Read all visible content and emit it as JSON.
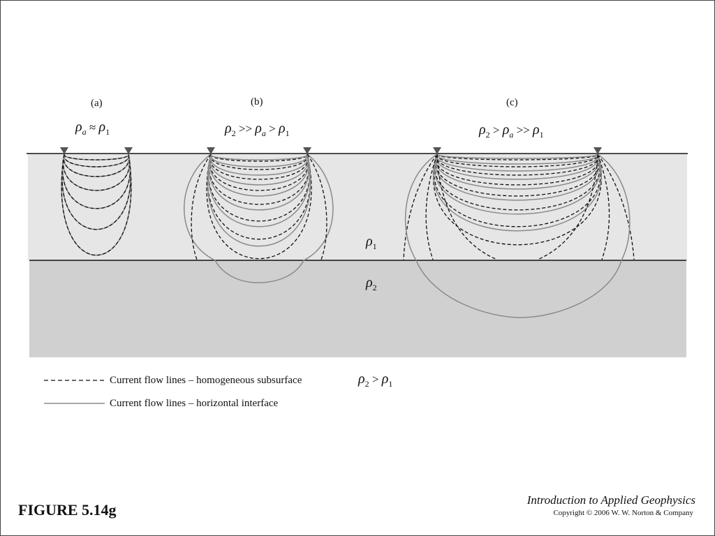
{
  "panels": [
    {
      "label": "(a)",
      "relation": [
        "ρ",
        "a",
        " ≈ ",
        "ρ",
        "1"
      ]
    },
    {
      "label": "(b)",
      "relation": [
        "ρ",
        "2",
        " >> ",
        "ρ",
        "a",
        " > ",
        "ρ",
        "1"
      ]
    },
    {
      "label": "(c)",
      "relation": [
        "ρ",
        "2",
        " > ",
        "ρ",
        "a",
        " >> ",
        "ρ",
        "1"
      ]
    }
  ],
  "layers": {
    "upper": {
      "symbol": "ρ",
      "sub": "1",
      "color": "#e6e6e6"
    },
    "lower": {
      "symbol": "ρ",
      "sub": "2",
      "color": "#d0d0d0"
    }
  },
  "legend": {
    "dashed": "Current flow lines – homogeneous subsurface",
    "solid": "Current flow lines – horizontal interface",
    "condition": [
      "ρ",
      "2",
      " > ",
      "ρ",
      "1"
    ]
  },
  "figure_label": "FIGURE 5.14g",
  "book_title": "Introduction to Applied Geophysics",
  "copyright": "Copyright © 2006 W. W. Norton & Company",
  "colors": {
    "electrode": "#555555",
    "dashed_line": "#111111",
    "solid_line": "#8a8a8a"
  }
}
